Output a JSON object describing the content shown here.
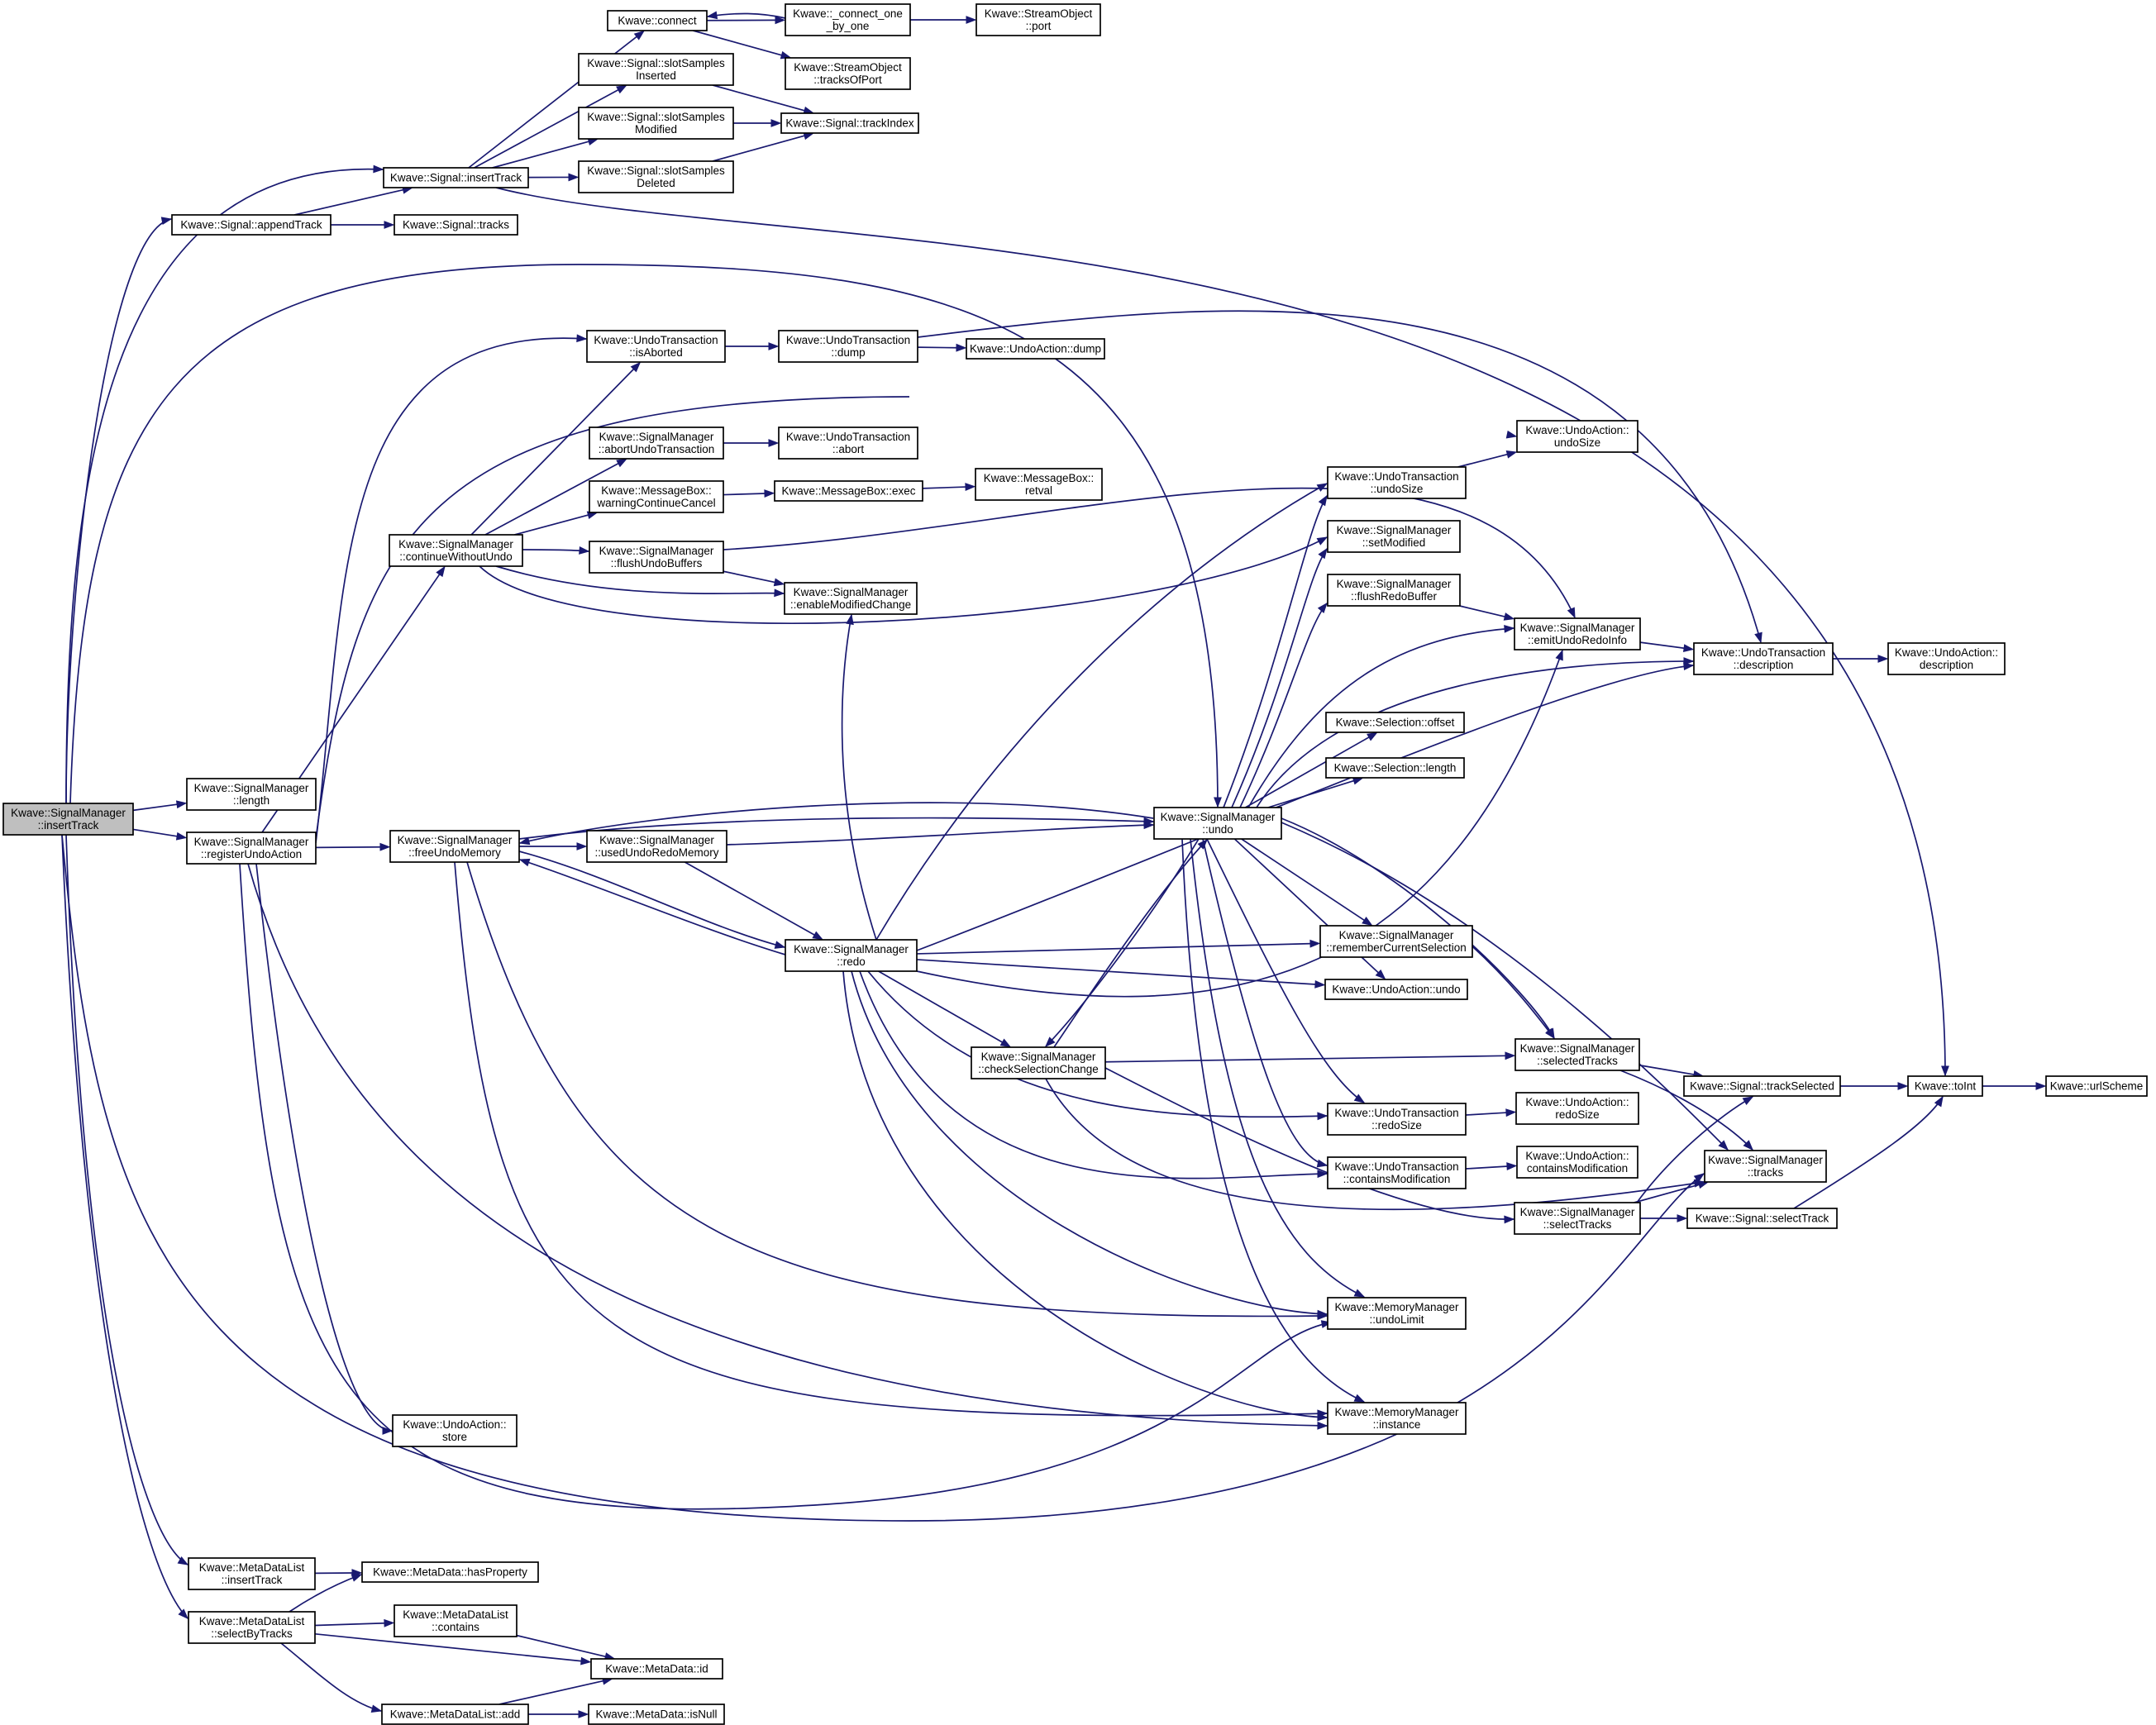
{
  "nodes": [
    {
      "id": "root",
      "lines": [
        "Kwave::SignalManager",
        "::insertTrack"
      ],
      "root": true
    },
    {
      "id": "connect",
      "lines": [
        "Kwave::connect"
      ]
    },
    {
      "id": "connect1",
      "lines": [
        "Kwave::_connect_one",
        "_by_one"
      ]
    },
    {
      "id": "soport",
      "lines": [
        "Kwave::StreamObject",
        "::port"
      ]
    },
    {
      "id": "sotracks",
      "lines": [
        "Kwave::StreamObject",
        "::tracksOfPort"
      ]
    },
    {
      "id": "ssins",
      "lines": [
        "Kwave::Signal::slotSamples",
        "Inserted"
      ]
    },
    {
      "id": "ssmod",
      "lines": [
        "Kwave::Signal::slotSamples",
        "Modified"
      ]
    },
    {
      "id": "trackindex",
      "lines": [
        "Kwave::Signal::trackIndex"
      ]
    },
    {
      "id": "sinsert",
      "lines": [
        "Kwave::Signal::insertTrack"
      ]
    },
    {
      "id": "ssdel",
      "lines": [
        "Kwave::Signal::slotSamples",
        "Deleted"
      ]
    },
    {
      "id": "sappend",
      "lines": [
        "Kwave::Signal::appendTrack"
      ]
    },
    {
      "id": "stracks",
      "lines": [
        "Kwave::Signal::tracks"
      ]
    },
    {
      "id": "utabort",
      "lines": [
        "Kwave::UndoTransaction",
        "::isAborted"
      ]
    },
    {
      "id": "utdump",
      "lines": [
        "Kwave::UndoTransaction",
        "::dump"
      ]
    },
    {
      "id": "uadump",
      "lines": [
        "Kwave::UndoAction::dump"
      ]
    },
    {
      "id": "smabort",
      "lines": [
        "Kwave::SignalManager",
        "::abortUndoTransaction"
      ]
    },
    {
      "id": "utabort2",
      "lines": [
        "Kwave::UndoTransaction",
        "::abort"
      ]
    },
    {
      "id": "uaundosize",
      "lines": [
        "Kwave::UndoAction::",
        "undoSize"
      ]
    },
    {
      "id": "mbwarn",
      "lines": [
        "Kwave::MessageBox::",
        "warningContinueCancel"
      ]
    },
    {
      "id": "mbexec",
      "lines": [
        "Kwave::MessageBox::exec"
      ]
    },
    {
      "id": "mbretval",
      "lines": [
        "Kwave::MessageBox::",
        "retval"
      ]
    },
    {
      "id": "utundosize",
      "lines": [
        "Kwave::UndoTransaction",
        "::undoSize"
      ]
    },
    {
      "id": "smcont",
      "lines": [
        "Kwave::SignalManager",
        "::continueWithoutUndo"
      ]
    },
    {
      "id": "smflush",
      "lines": [
        "Kwave::SignalManager",
        "::flushUndoBuffers"
      ]
    },
    {
      "id": "smsetmod",
      "lines": [
        "Kwave::SignalManager",
        "::setModified"
      ]
    },
    {
      "id": "smenable",
      "lines": [
        "Kwave::SignalManager",
        "::enableModifiedChange"
      ]
    },
    {
      "id": "smflushredo",
      "lines": [
        "Kwave::SignalManager",
        "::flushRedoBuffer"
      ]
    },
    {
      "id": "smemit",
      "lines": [
        "Kwave::SignalManager",
        "::emitUndoRedoInfo"
      ]
    },
    {
      "id": "utdesc",
      "lines": [
        "Kwave::UndoTransaction",
        "::description"
      ]
    },
    {
      "id": "uadesc",
      "lines": [
        "Kwave::UndoAction::",
        "description"
      ]
    },
    {
      "id": "seloffset",
      "lines": [
        "Kwave::Selection::offset"
      ]
    },
    {
      "id": "sellength",
      "lines": [
        "Kwave::Selection::length"
      ]
    },
    {
      "id": "smlength",
      "lines": [
        "Kwave::SignalManager",
        "::length"
      ]
    },
    {
      "id": "smregister",
      "lines": [
        "Kwave::SignalManager",
        "::registerUndoAction"
      ]
    },
    {
      "id": "smfree",
      "lines": [
        "Kwave::SignalManager",
        "::freeUndoMemory"
      ]
    },
    {
      "id": "smused",
      "lines": [
        "Kwave::SignalManager",
        "::usedUndoRedoMemory"
      ]
    },
    {
      "id": "smundo",
      "lines": [
        "Kwave::SignalManager",
        "::undo"
      ]
    },
    {
      "id": "smredo",
      "lines": [
        "Kwave::SignalManager",
        "::redo"
      ]
    },
    {
      "id": "smremember",
      "lines": [
        "Kwave::SignalManager",
        "::rememberCurrentSelection"
      ]
    },
    {
      "id": "uaundo",
      "lines": [
        "Kwave::UndoAction::undo"
      ]
    },
    {
      "id": "smcheck",
      "lines": [
        "Kwave::SignalManager",
        "::checkSelectionChange"
      ]
    },
    {
      "id": "smseltracks",
      "lines": [
        "Kwave::SignalManager",
        "::selectedTracks"
      ]
    },
    {
      "id": "strackselected",
      "lines": [
        "Kwave::Signal::trackSelected"
      ]
    },
    {
      "id": "toint",
      "lines": [
        "Kwave::toInt"
      ]
    },
    {
      "id": "urlscheme",
      "lines": [
        "Kwave::urlScheme"
      ]
    },
    {
      "id": "utredosize",
      "lines": [
        "Kwave::UndoTransaction",
        "::redoSize"
      ]
    },
    {
      "id": "uaredosize",
      "lines": [
        "Kwave::UndoAction::",
        "redoSize"
      ]
    },
    {
      "id": "smtracks",
      "lines": [
        "Kwave::SignalManager",
        "::tracks"
      ]
    },
    {
      "id": "utcontains",
      "lines": [
        "Kwave::UndoTransaction",
        "::containsModification"
      ]
    },
    {
      "id": "uacontains",
      "lines": [
        "Kwave::UndoAction::",
        "containsModification"
      ]
    },
    {
      "id": "smselecttracks",
      "lines": [
        "Kwave::SignalManager",
        "::selectTracks"
      ]
    },
    {
      "id": "sselecttrack",
      "lines": [
        "Kwave::Signal::selectTrack"
      ]
    },
    {
      "id": "mmlimit",
      "lines": [
        "Kwave::MemoryManager",
        "::undoLimit"
      ]
    },
    {
      "id": "uastore",
      "lines": [
        "Kwave::UndoAction::",
        "store"
      ]
    },
    {
      "id": "mminst",
      "lines": [
        "Kwave::MemoryManager",
        "::instance"
      ]
    },
    {
      "id": "mdlinsert",
      "lines": [
        "Kwave::MetaDataList",
        "::insertTrack"
      ]
    },
    {
      "id": "mdhas",
      "lines": [
        "Kwave::MetaData::hasProperty"
      ]
    },
    {
      "id": "mdlselect",
      "lines": [
        "Kwave::MetaDataList",
        "::selectByTracks"
      ]
    },
    {
      "id": "mdlcontains",
      "lines": [
        "Kwave::MetaDataList",
        "::contains"
      ]
    },
    {
      "id": "mdid",
      "lines": [
        "Kwave::MetaData::id"
      ]
    },
    {
      "id": "mdladd",
      "lines": [
        "Kwave::MetaDataList::add"
      ]
    },
    {
      "id": "mdisnull",
      "lines": [
        "Kwave::MetaData::isNull"
      ]
    }
  ],
  "edges": [
    [
      "root",
      "sinsert"
    ],
    [
      "root",
      "sappend"
    ],
    [
      "root",
      "smundo"
    ],
    [
      "root",
      "smlength"
    ],
    [
      "root",
      "smregister"
    ],
    [
      "root",
      "smtracks"
    ],
    [
      "root",
      "mdlinsert"
    ],
    [
      "root",
      "mdlselect"
    ],
    [
      "sappend",
      "sinsert"
    ],
    [
      "sappend",
      "stracks"
    ],
    [
      "sinsert",
      "connect"
    ],
    [
      "sinsert",
      "ssins"
    ],
    [
      "sinsert",
      "ssmod"
    ],
    [
      "sinsert",
      "ssdel"
    ],
    [
      "sinsert",
      "toint"
    ],
    [
      "connect",
      "connect1"
    ],
    [
      "connect",
      "sotracks"
    ],
    [
      "connect1",
      "connect"
    ],
    [
      "connect1",
      "soport"
    ],
    [
      "ssins",
      "trackindex"
    ],
    [
      "ssmod",
      "trackindex"
    ],
    [
      "ssdel",
      "trackindex"
    ],
    [
      "smregister",
      "utabort"
    ],
    [
      "smregister",
      "uaundosize"
    ],
    [
      "smregister",
      "smcont"
    ],
    [
      "smregister",
      "smfree"
    ],
    [
      "smregister",
      "uastore"
    ],
    [
      "smregister",
      "mminst"
    ],
    [
      "smregister",
      "mmlimit"
    ],
    [
      "smcont",
      "utabort"
    ],
    [
      "smcont",
      "smabort"
    ],
    [
      "smcont",
      "mbwarn"
    ],
    [
      "smcont",
      "smflush"
    ],
    [
      "smcont",
      "smenable"
    ],
    [
      "smcont",
      "smsetmod"
    ],
    [
      "utabort",
      "utdump"
    ],
    [
      "utdump",
      "uadump"
    ],
    [
      "utdump",
      "utdesc"
    ],
    [
      "smabort",
      "utabort2"
    ],
    [
      "mbwarn",
      "mbexec"
    ],
    [
      "mbexec",
      "mbretval"
    ],
    [
      "smflush",
      "smenable"
    ],
    [
      "smflush",
      "smemit"
    ],
    [
      "smfree",
      "smused"
    ],
    [
      "smfree",
      "smundo"
    ],
    [
      "smfree",
      "smredo"
    ],
    [
      "smfree",
      "mmlimit"
    ],
    [
      "smfree",
      "mminst"
    ],
    [
      "smused",
      "smundo"
    ],
    [
      "smused",
      "smredo"
    ],
    [
      "smredo",
      "smfree"
    ],
    [
      "smredo",
      "smenable"
    ],
    [
      "smredo",
      "utundosize"
    ],
    [
      "smredo",
      "utdesc"
    ],
    [
      "smredo",
      "smremember"
    ],
    [
      "smredo",
      "uaundo"
    ],
    [
      "smredo",
      "smemit"
    ],
    [
      "smredo",
      "smcheck"
    ],
    [
      "smredo",
      "utredosize"
    ],
    [
      "smredo",
      "utcontains"
    ],
    [
      "smredo",
      "mmlimit"
    ],
    [
      "smredo",
      "mminst"
    ],
    [
      "smundo",
      "smfree"
    ],
    [
      "smundo",
      "utundosize"
    ],
    [
      "smundo",
      "smsetmod"
    ],
    [
      "smundo",
      "smflushredo"
    ],
    [
      "smundo",
      "smemit"
    ],
    [
      "smundo",
      "utdesc"
    ],
    [
      "smundo",
      "seloffset"
    ],
    [
      "smundo",
      "sellength"
    ],
    [
      "smundo",
      "smremember"
    ],
    [
      "smundo",
      "uaundo"
    ],
    [
      "smundo",
      "smcheck"
    ],
    [
      "smundo",
      "smseltracks"
    ],
    [
      "smundo",
      "utredosize"
    ],
    [
      "smundo",
      "utcontains"
    ],
    [
      "smundo",
      "smtracks"
    ],
    [
      "smundo",
      "mmlimit"
    ],
    [
      "smundo",
      "mminst"
    ],
    [
      "smcheck",
      "smundo"
    ],
    [
      "smcheck",
      "smseltracks"
    ],
    [
      "smcheck",
      "smselecttracks"
    ],
    [
      "smcheck",
      "smtracks"
    ],
    [
      "utundosize",
      "uaundosize"
    ],
    [
      "smflushredo",
      "smemit"
    ],
    [
      "smemit",
      "utdesc"
    ],
    [
      "utdesc",
      "uadesc"
    ],
    [
      "smremember",
      "smseltracks"
    ],
    [
      "smseltracks",
      "strackselected"
    ],
    [
      "smseltracks",
      "smtracks"
    ],
    [
      "strackselected",
      "toint"
    ],
    [
      "toint",
      "urlscheme"
    ],
    [
      "utredosize",
      "uaredosize"
    ],
    [
      "utcontains",
      "uacontains"
    ],
    [
      "smselecttracks",
      "strackselected"
    ],
    [
      "smselecttracks",
      "smtracks"
    ],
    [
      "smselecttracks",
      "sselecttrack"
    ],
    [
      "sselecttrack",
      "toint"
    ],
    [
      "mdlinsert",
      "mdhas"
    ],
    [
      "mdlselect",
      "mdhas"
    ],
    [
      "mdlselect",
      "mdlcontains"
    ],
    [
      "mdlselect",
      "mdid"
    ],
    [
      "mdlselect",
      "mdladd"
    ],
    [
      "mdlcontains",
      "mdid"
    ],
    [
      "mdladd",
      "mdid"
    ],
    [
      "mdladd",
      "mdisnull"
    ]
  ],
  "colors": {
    "edge": "#191970",
    "root_fill": "#bfbfbf",
    "node_fill": "#ffffff",
    "node_border": "#000000"
  }
}
